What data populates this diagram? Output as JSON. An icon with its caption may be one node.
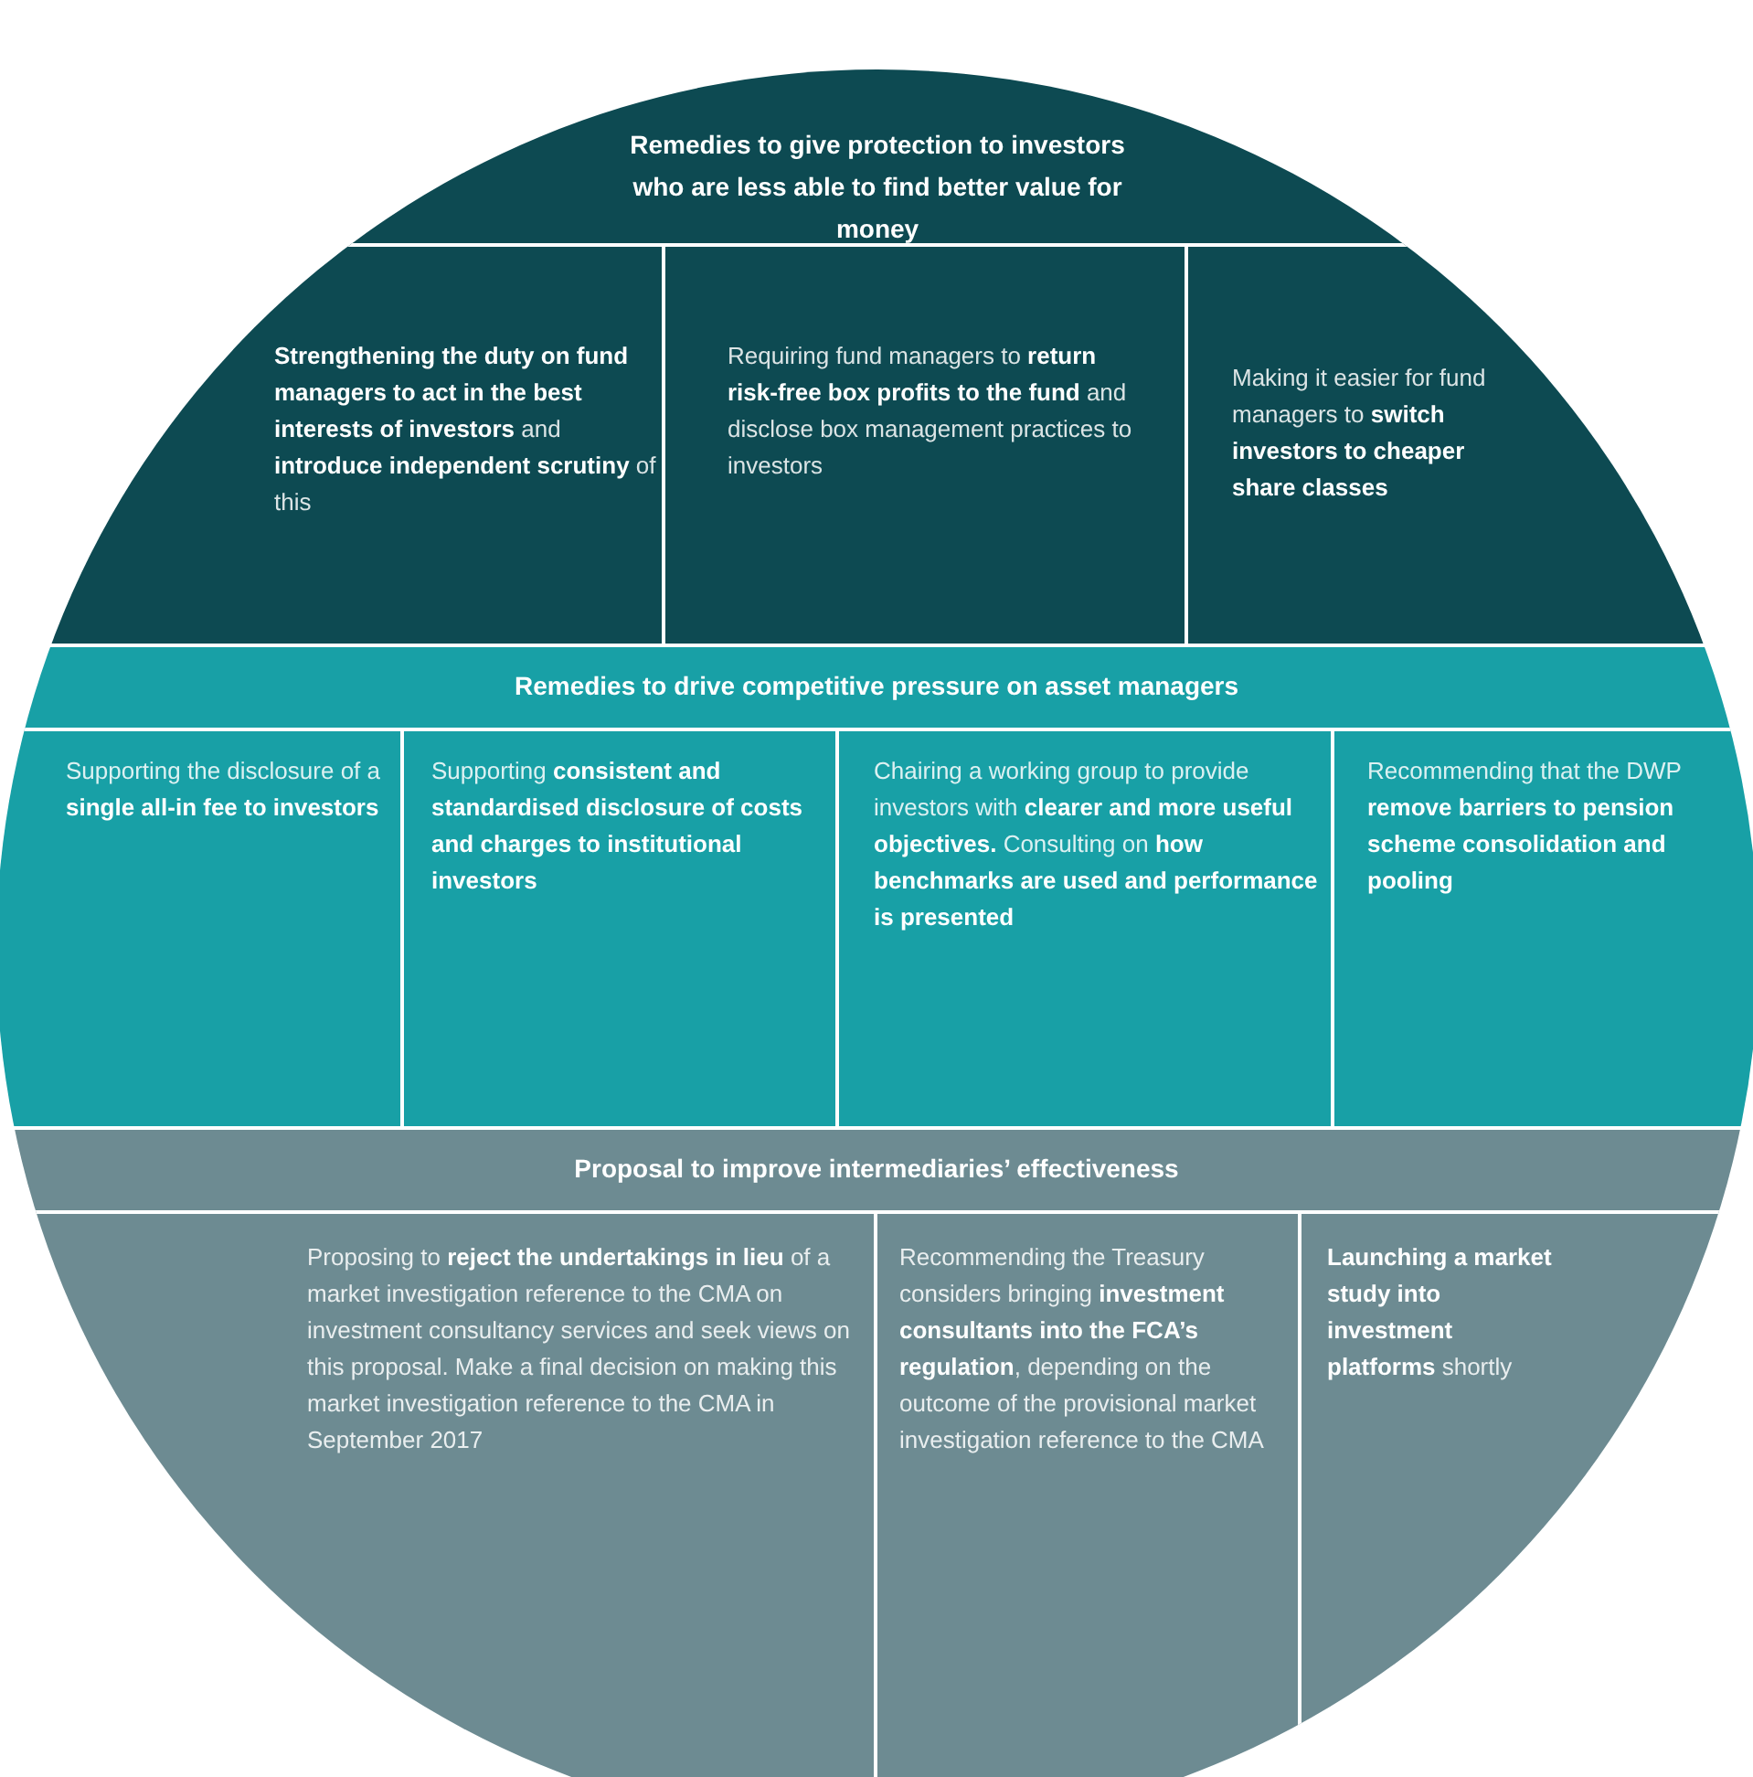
{
  "diagram": {
    "nodes": [
      {
        "text": [
          "Remedies to give protection to investors who are less able to find better value for money"
        ]
      },
      {
        "text": [
          "**Strengthening the duty on fund managers to act in the best interests of investors** and **introduce independent scrutiny** of this"
        ],
        "in": 0
      },
      {
        "text": [
          "Requiring fund managers to **return risk-free box profits to the fund** and disclose box management practices to investors"
        ],
        "in": 0
      },
      {
        "text": [
          "Making it easier for fund managers to **switch investors to cheaper share classes**"
        ],
        "in": 0
      },
      {
        "text": [
          "Remedies to drive competitive pressure on asset managers"
        ]
      },
      {
        "text": [
          "Supporting the disclosure of a **single all-in fee to investors**"
        ],
        "in": 4
      },
      {
        "text": [
          "Supporting **consistent and standardised disclosure of costs and charges to institutional investors**"
        ],
        "in": 4
      },
      {
        "text": [
          "Chairing a working group to provide investors with **clearer and more useful objectives.** Consulting on **how benchmarks are used and performance is presented**"
        ],
        "in": 4
      },
      {
        "text": [
          "Recommending that the DWP **remove barriers to pension scheme consolidation and pooling**"
        ],
        "in": 4
      },
      {
        "text": [
          "Proposal to improve intermediaries’ effectiveness"
        ]
      },
      {
        "text": [
          "Proposing to **reject the undertakings in lieu** of a market investigation reference to the CMA on investment consultancy services and seek views on this proposal. Make a final decision on making this market investigation reference to the CMA in September 2017"
        ],
        "in": 9
      },
      {
        "text": [
          "Recommending the Treasury considers bringing **investment consultants into the FCA’s regulation**, depending on the outcome of the provisional market investigation reference to the CMA"
        ],
        "in": 9
      },
      {
        "text": [
          "**Launching a market study into investment platforms** shortly"
        ],
        "in": 9
      }
    ]
  }
}
